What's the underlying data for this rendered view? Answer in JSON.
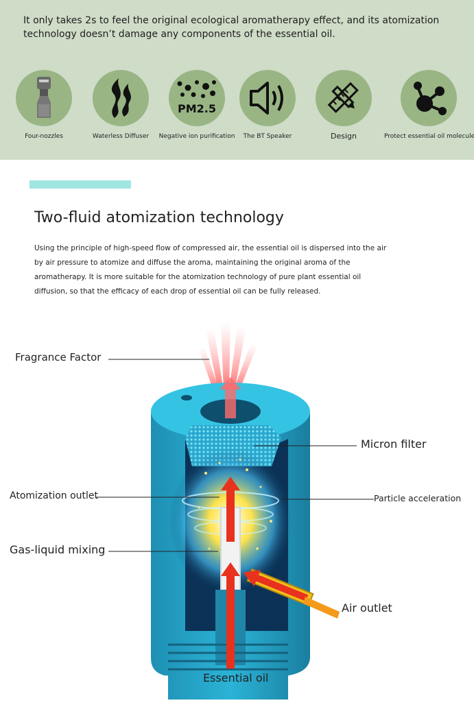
{
  "intro": {
    "text": "It only takes 2s to feel the original ecological aromatherapy effect, and its atomization technology doesn’t damage any components of the essential oil."
  },
  "features": [
    {
      "icon": "nozzle-icon",
      "label": "Four-nozzles"
    },
    {
      "icon": "smoke-icon",
      "label": "Waterless Diffuser"
    },
    {
      "icon": "pm25-icon",
      "label": "Negative ion purification",
      "icon_text": "PM2.5"
    },
    {
      "icon": "speaker-icon",
      "label": "The BT Speaker"
    },
    {
      "icon": "ruler-pencil-icon",
      "label": "Design"
    },
    {
      "icon": "molecule-icon",
      "label": "Protect essential oil molecules"
    }
  ],
  "section": {
    "title": "Two-fluid atomization technology",
    "body": "Using the principle of high-speed flow of compressed air, the essential oil is dispersed into the air by air pressure to atomize and diffuse the aroma, maintaining the original aroma of the aromatherapy. It is more suitable for the atomization technology of pure plant essential oil diffusion, so that the efficacy of each drop of essential oil can be fully released."
  },
  "diagram": {
    "labels": {
      "fragrance_factor": "Fragrance Factor",
      "micron_filter": "Micron filter",
      "atomization_outlet": "Atomization outlet",
      "particle_acceleration": "Particle acceleration",
      "gas_liquid_mixing": "Gas-liquid mixing",
      "air_outlet": "Air outlet",
      "essential_oil": "Essential oil"
    }
  },
  "colors": {
    "top_bg": "#cfdcc8",
    "icon_circle": "#99b584",
    "accent_bar": "#9fe6e0",
    "cylinder_light": "#35c3e3",
    "cylinder_dark": "#1e8fb3",
    "arrow_red": "#e8321e"
  }
}
